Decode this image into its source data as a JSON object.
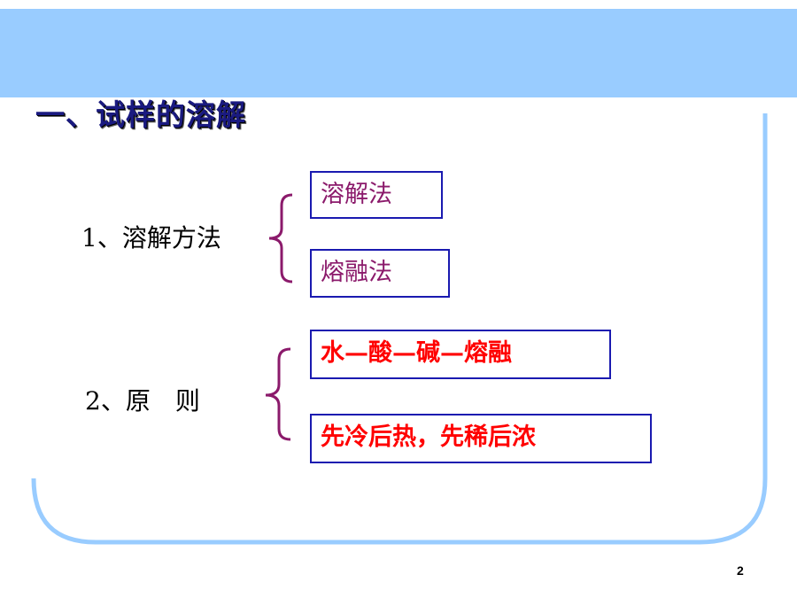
{
  "slide": {
    "title": "一、试样的溶解",
    "page_number": "2"
  },
  "section1": {
    "label": "1、溶解方法",
    "options": [
      "溶解法",
      "熔融法"
    ]
  },
  "section2": {
    "label": "2、原　则",
    "options": [
      "水—酸—碱—熔融",
      "先冷后热，先稀后浓"
    ]
  },
  "colors": {
    "header_band": "#99ccff",
    "frame_line": "#99ccff",
    "box_border": "#1a1ab0",
    "brace": "#8b1a6b",
    "option_text_section1": "#8b1a6b",
    "option_text_section2": "#ff0000",
    "title_text": "#1a1a80"
  }
}
